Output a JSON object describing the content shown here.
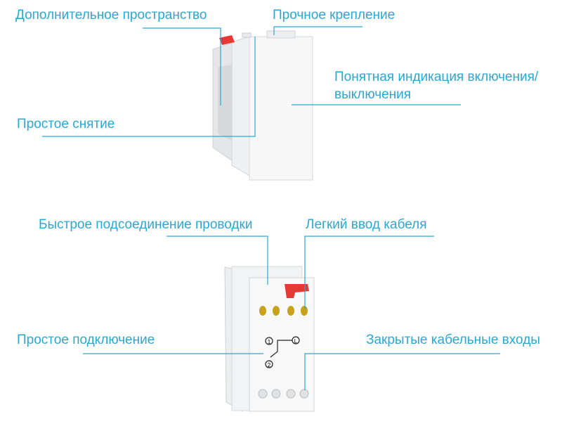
{
  "labels": {
    "extra_space": "Дополнительное пространство",
    "strong_mount": "Прочное крепление",
    "indication_1": "Понятная индикация включения/",
    "indication_2": "выключения",
    "easy_removal": "Простое снятие",
    "quick_wiring": "Быстрое подсоединение проводки",
    "easy_cable": "Легкий ввод кабеля",
    "simple_connection": "Простое подключение",
    "closed_entries": "Закрытые кабельные входы"
  },
  "diagram_marks": {
    "terminal_1": "1",
    "terminal_2": "2",
    "terminal_L": "L"
  },
  "colors": {
    "accent": "#27a9d8",
    "latch": "#e53935"
  }
}
